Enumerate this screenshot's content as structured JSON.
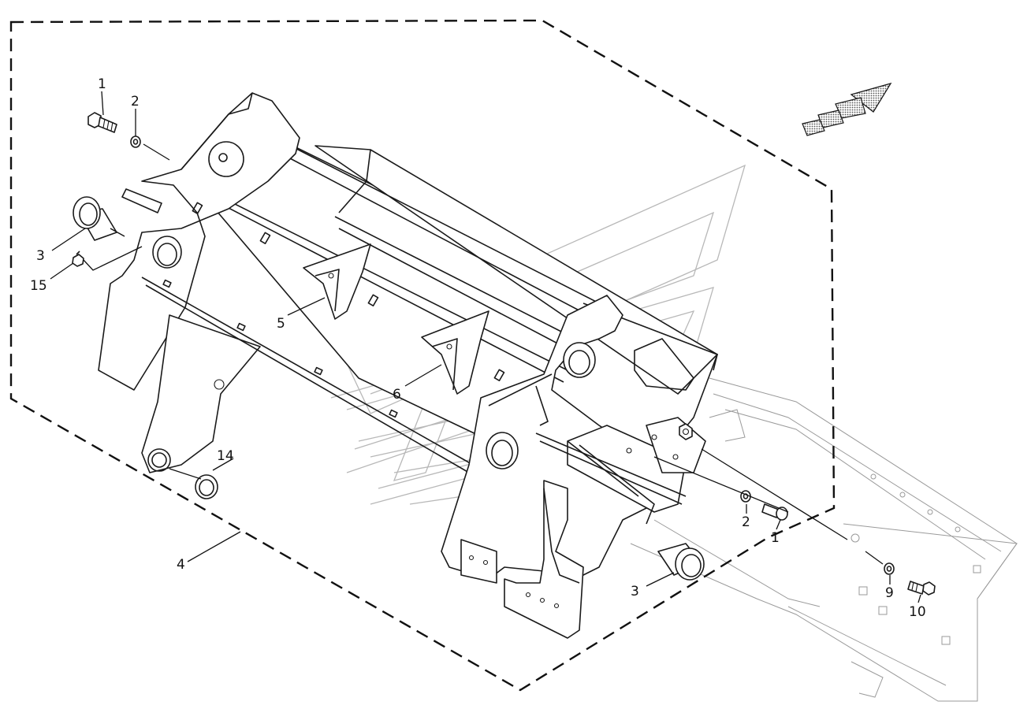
{
  "callouts": [
    {
      "id": "c1a",
      "text": "1"
    },
    {
      "id": "c2a",
      "text": "2"
    },
    {
      "id": "c3a",
      "text": "3"
    },
    {
      "id": "c15",
      "text": "15"
    },
    {
      "id": "c5",
      "text": "5"
    },
    {
      "id": "c6",
      "text": "6"
    },
    {
      "id": "c14",
      "text": "14"
    },
    {
      "id": "c4",
      "text": "4"
    },
    {
      "id": "c3b",
      "text": "3"
    },
    {
      "id": "c2b",
      "text": "2"
    },
    {
      "id": "c1b",
      "text": "1"
    },
    {
      "id": "c9",
      "text": "9"
    },
    {
      "id": "c10",
      "text": "10"
    }
  ],
  "colors": {
    "line": "#1a1a1a",
    "ghost": "#b8b8b8",
    "arrow_fill": "#8a8a8a"
  },
  "icons": {
    "direction": "direction-arrow-icon"
  }
}
